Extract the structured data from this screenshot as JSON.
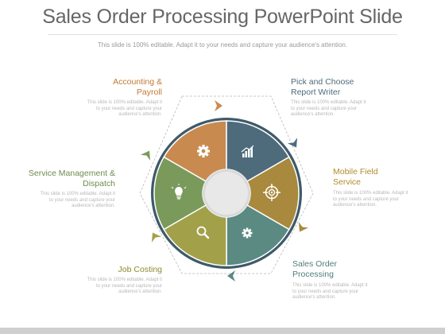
{
  "slide": {
    "title": "Sales Order Processing PowerPoint Slide",
    "subtitle": "This slide is 100% editable. Adapt it to your needs and capture your audience's attention."
  },
  "colors": {
    "orange": "#c98a4f",
    "slate": "#4e6b7c",
    "gold": "#a8893d",
    "teal": "#5a8a82",
    "olive": "#a3a04a",
    "green": "#7a9a5c",
    "text_orange": "#c07a35",
    "text_slate": "#4e6b7c",
    "text_gold": "#b08c2e",
    "text_teal": "#4f7f78",
    "text_olive": "#8e8b2f",
    "text_green": "#6e8c4d"
  },
  "segments": [
    {
      "id": "accounting",
      "heading_lines": [
        "Accounting &",
        "Payroll"
      ],
      "description_lines": [
        "This slide is 100% editable. Adapt it",
        "to your needs and capture your",
        "audience's attention."
      ],
      "icon": "gear-icon"
    },
    {
      "id": "pick",
      "heading_lines": [
        "Pick and Choose",
        "Report Writer"
      ],
      "description_lines": [
        "This slide is 100% editable. Adapt it",
        "to your needs and capture your",
        "audience's attention."
      ],
      "icon": "bar-chart-icon"
    },
    {
      "id": "mobile",
      "heading_lines": [
        "Mobile Field",
        "Service"
      ],
      "description_lines": [
        "This slide is 100% editable. Adapt it",
        "to your needs and capture your",
        "audience's attention."
      ],
      "icon": "target-icon"
    },
    {
      "id": "sales",
      "heading_lines": [
        "Sales Order",
        "Processing"
      ],
      "description_lines": [
        "This slide is 100% editable. Adapt it",
        "to your needs and capture your",
        "audience's attention."
      ],
      "icon": "cogs-icon"
    },
    {
      "id": "job",
      "heading_lines": [
        "Job Costing"
      ],
      "description_lines": [
        "This slide is 100% editable. Adapt it",
        "to your needs and capture your",
        "audience's attention."
      ],
      "icon": "magnifier-icon"
    },
    {
      "id": "service",
      "heading_lines": [
        "Service Management &",
        "Dispatch"
      ],
      "description_lines": [
        "This slide is 100% editable. Adapt it",
        "to your needs and capture your",
        "audience's attention."
      ],
      "icon": "lightbulb-icon"
    }
  ]
}
